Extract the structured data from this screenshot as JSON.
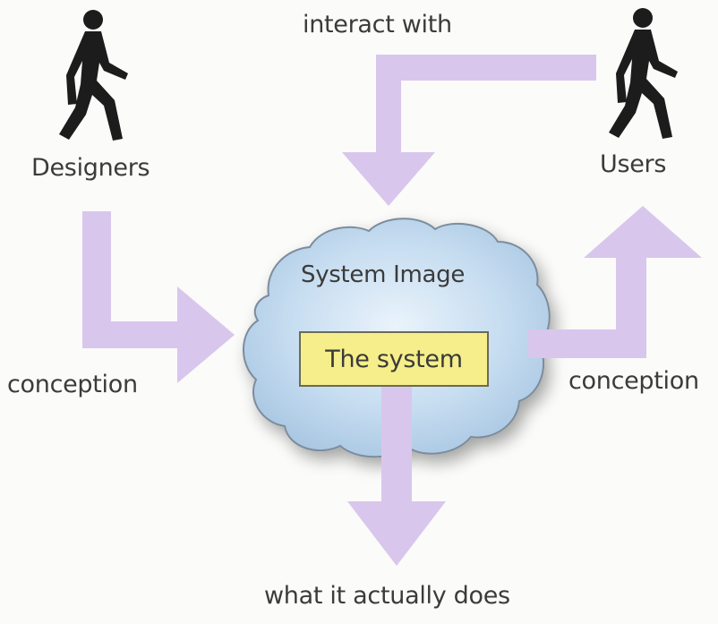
{
  "labels": {
    "designers": "Designers",
    "users": "Users",
    "interact_with": "interact with",
    "conception_left": "conception",
    "conception_right": "conception",
    "what_it_does": "what it actually does",
    "system_image": "System Image",
    "the_system": "The system"
  },
  "icons": {
    "designer": "walking-person-icon",
    "user": "walking-person-icon"
  },
  "colors": {
    "arrow": "#d9c6ec",
    "cloud_fill": "#bcd6ec",
    "cloud_stroke": "#7c8c9c",
    "system_box_fill": "#f6ee8a",
    "person": "#1c1c1c"
  }
}
